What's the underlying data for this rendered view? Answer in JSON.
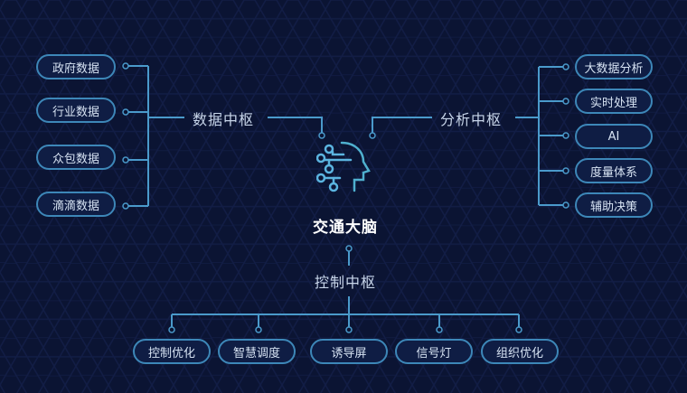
{
  "title": "交通大脑",
  "hubs": {
    "data": "数据中枢",
    "analysis": "分析中枢",
    "control": "控制中枢"
  },
  "data_sources": [
    "政府数据",
    "行业数据",
    "众包数据",
    "滴滴数据"
  ],
  "analysis_items": [
    "大数据分析",
    "实时处理",
    "AI",
    "度量体系",
    "辅助决策"
  ],
  "control_items": [
    "控制优化",
    "智慧调度",
    "诱导屏",
    "信号灯",
    "组织优化"
  ],
  "colors": {
    "background": "#0b1433",
    "line": "#4a9acb",
    "pill_border": "#3d87b8",
    "icon": "#5bb4e0"
  },
  "icons": {
    "center": "brain-circuit-head-icon"
  }
}
